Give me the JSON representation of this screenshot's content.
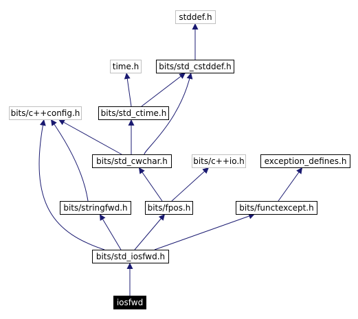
{
  "colors": {
    "background": "#ffffff",
    "edge": "#191970",
    "external_border": "#bfbfbf",
    "internal_border": "#000000",
    "text": "#000000",
    "focus_fill": "#000000",
    "focus_text": "#ffffff"
  },
  "diagram": {
    "nodes": [
      {
        "id": "stddef",
        "label": "stddef.h",
        "kind": "external"
      },
      {
        "id": "time",
        "label": "time.h",
        "kind": "external"
      },
      {
        "id": "cstddef",
        "label": "bits/std_cstddef.h",
        "kind": "internal"
      },
      {
        "id": "cppconfig",
        "label": "bits/c++config.h",
        "kind": "external"
      },
      {
        "id": "ctime",
        "label": "bits/std_ctime.h",
        "kind": "internal"
      },
      {
        "id": "cwchar",
        "label": "bits/std_cwchar.h",
        "kind": "internal"
      },
      {
        "id": "cppio",
        "label": "bits/c++io.h",
        "kind": "external"
      },
      {
        "id": "excdef",
        "label": "exception_defines.h",
        "kind": "internal"
      },
      {
        "id": "stringfwd",
        "label": "bits/stringfwd.h",
        "kind": "internal"
      },
      {
        "id": "fpos",
        "label": "bits/fpos.h",
        "kind": "internal"
      },
      {
        "id": "functexcept",
        "label": "bits/functexcept.h",
        "kind": "internal"
      },
      {
        "id": "iosfwdh",
        "label": "bits/std_iosfwd.h",
        "kind": "internal"
      },
      {
        "id": "iosfwd",
        "label": "iosfwd",
        "kind": "focus"
      }
    ],
    "edges": [
      {
        "from": "cstddef",
        "to": "stddef"
      },
      {
        "from": "ctime",
        "to": "time"
      },
      {
        "from": "ctime",
        "to": "cstddef"
      },
      {
        "from": "cwchar",
        "to": "cstddef"
      },
      {
        "from": "cwchar",
        "to": "ctime"
      },
      {
        "from": "cwchar",
        "to": "cppconfig"
      },
      {
        "from": "stringfwd",
        "to": "cppconfig"
      },
      {
        "from": "iosfwdh",
        "to": "cppconfig"
      },
      {
        "from": "fpos",
        "to": "cwchar"
      },
      {
        "from": "fpos",
        "to": "cppio"
      },
      {
        "from": "functexcept",
        "to": "excdef"
      },
      {
        "from": "iosfwdh",
        "to": "stringfwd"
      },
      {
        "from": "iosfwdh",
        "to": "fpos"
      },
      {
        "from": "iosfwdh",
        "to": "functexcept"
      },
      {
        "from": "iosfwd",
        "to": "iosfwdh"
      }
    ]
  }
}
